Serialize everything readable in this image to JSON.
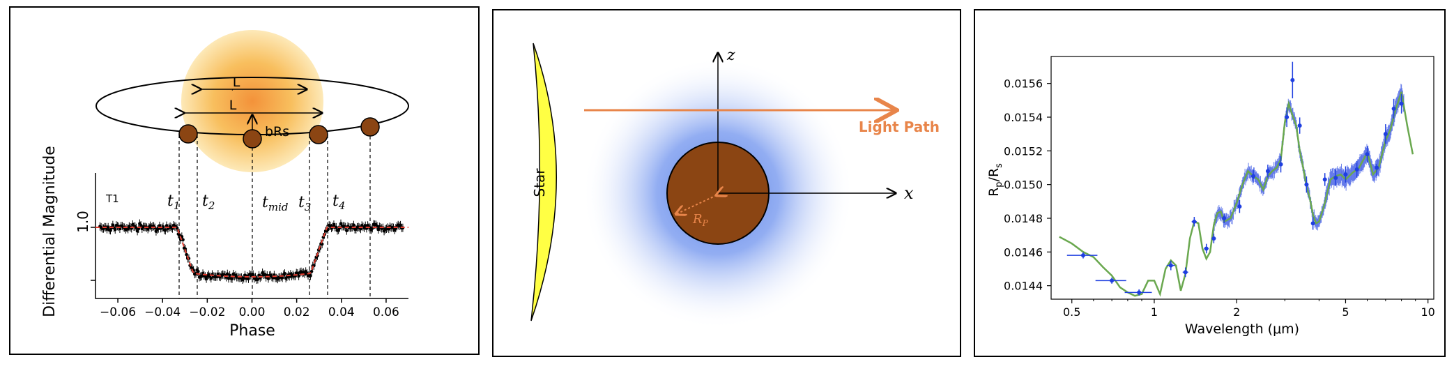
{
  "panel1": {
    "title_tag": "T1",
    "ylabel": "Differential Magnitude",
    "ytick": "1.0",
    "xlabel": "Phase",
    "xticks": [
      "−0.06",
      "−0.04",
      "−0.02",
      "0.00",
      "0.02",
      "0.04",
      "0.06"
    ],
    "labels": {
      "L_top": "L",
      "L_bottom": "L",
      "bRs": "bRs",
      "t1": "t",
      "t1_sub": "1",
      "t2": "t",
      "t2_sub": "2",
      "tmid": "t",
      "tmid_sub": "mid",
      "t3": "t",
      "t3_sub": "3",
      "t4": "t",
      "t4_sub": "4"
    },
    "colors": {
      "star_center": "#f39a3a",
      "star_edge": "#fde7b4",
      "planet": "#8b4513",
      "model": "#e33b2e"
    }
  },
  "panel2": {
    "star_label": "Star",
    "z_label": "z",
    "x_label": "x",
    "light_path_label": "Light Path",
    "radius_label": "R",
    "radius_sub": "P",
    "colors": {
      "star": "#ffff44",
      "atmosphere": "#6b8fe6",
      "planet": "#8b4513",
      "light_path": "#e8854a"
    }
  },
  "panel3": {
    "ylabel": "R",
    "ylabel_sub1": "p",
    "ylabel_mid": "/R",
    "ylabel_sub2": "s",
    "xlabel": "Wavelength (μm)",
    "xticks": [
      "0.5",
      "1",
      "2",
      "5",
      "10"
    ],
    "yticks": [
      "0.0144",
      "0.0146",
      "0.0148",
      "0.0150",
      "0.0152",
      "0.0154",
      "0.0156"
    ],
    "colors": {
      "model": "#6aa84f",
      "data": "#1f3fe0"
    }
  },
  "chart_data": {
    "type": "line",
    "xscale": "log",
    "xlim": [
      0.42,
      10.5
    ],
    "ylim": [
      0.01432,
      0.01576
    ],
    "model": {
      "x": [
        0.45,
        0.5,
        0.55,
        0.6,
        0.65,
        0.7,
        0.75,
        0.8,
        0.85,
        0.9,
        0.95,
        1.0,
        1.05,
        1.1,
        1.15,
        1.2,
        1.25,
        1.3,
        1.35,
        1.4,
        1.45,
        1.5,
        1.55,
        1.6,
        1.65,
        1.7,
        1.75,
        1.8,
        1.9,
        2.0,
        2.1,
        2.2,
        2.3,
        2.4,
        2.5,
        2.6,
        2.7,
        2.8,
        2.9,
        3.0,
        3.1,
        3.2,
        3.3,
        3.4,
        3.5,
        3.6,
        3.7,
        3.8,
        3.9,
        4.0,
        4.2,
        4.4,
        4.6,
        4.8,
        5.0,
        5.3,
        5.6,
        6.0,
        6.3,
        6.6,
        7.0,
        7.3,
        7.6,
        8.0,
        8.4,
        8.8
      ],
      "y": [
        0.01469,
        0.01465,
        0.0146,
        0.01457,
        0.01451,
        0.01446,
        0.01439,
        0.01436,
        0.01434,
        0.01435,
        0.01443,
        0.01443,
        0.01435,
        0.0145,
        0.01455,
        0.01452,
        0.01437,
        0.01447,
        0.01468,
        0.01478,
        0.01477,
        0.01462,
        0.01456,
        0.0146,
        0.01476,
        0.01483,
        0.01484,
        0.01478,
        0.0148,
        0.01489,
        0.015,
        0.01508,
        0.01505,
        0.01503,
        0.01497,
        0.01505,
        0.01508,
        0.0151,
        0.01515,
        0.01537,
        0.01548,
        0.01541,
        0.01535,
        0.0152,
        0.0151,
        0.01499,
        0.01492,
        0.01482,
        0.01477,
        0.01478,
        0.01489,
        0.01503,
        0.01505,
        0.01506,
        0.01503,
        0.01507,
        0.0151,
        0.01519,
        0.01506,
        0.0151,
        0.01526,
        0.01533,
        0.01544,
        0.01555,
        0.01535,
        0.01518
      ]
    },
    "data_binned": {
      "x": [
        0.55,
        0.7,
        0.88,
        1.15,
        1.3,
        1.4,
        1.55,
        1.65,
        1.8,
        2.05,
        2.3,
        2.6,
        2.9,
        3.05,
        3.2,
        3.4,
        3.6,
        3.8,
        4.2,
        4.6,
        5.0,
        5.5,
        6.0,
        6.5,
        7.0,
        7.5,
        8.0
      ],
      "y": [
        0.01458,
        0.01443,
        0.01436,
        0.01452,
        0.01448,
        0.01478,
        0.01462,
        0.01468,
        0.0148,
        0.01487,
        0.01505,
        0.01508,
        0.01512,
        0.0154,
        0.01562,
        0.01535,
        0.015,
        0.01477,
        0.01503,
        0.01504,
        0.01506,
        0.01509,
        0.01518,
        0.0151,
        0.0153,
        0.01545,
        0.01548
      ],
      "xerr": [
        0.07,
        0.09,
        0.1,
        0.04,
        0.03,
        0.03,
        0.03,
        0.03,
        0.03,
        0.03,
        0.03,
        0.03,
        0.03,
        0.03,
        0.03,
        0.03,
        0.03,
        0.03,
        0.05,
        0.05,
        0.05,
        0.05,
        0.05,
        0.05,
        0.05,
        0.05,
        0.05
      ],
      "yerr": [
        1e-05,
        1e-05,
        1e-05,
        2e-05,
        2e-05,
        2e-05,
        2e-05,
        2e-05,
        2e-05,
        3e-05,
        3e-05,
        3e-05,
        4e-05,
        5e-05,
        0.0001,
        4e-05,
        4e-05,
        3e-05,
        3e-05,
        4e-05,
        4e-05,
        4e-05,
        4e-05,
        4e-05,
        5e-05,
        5e-05,
        5e-05
      ]
    }
  }
}
